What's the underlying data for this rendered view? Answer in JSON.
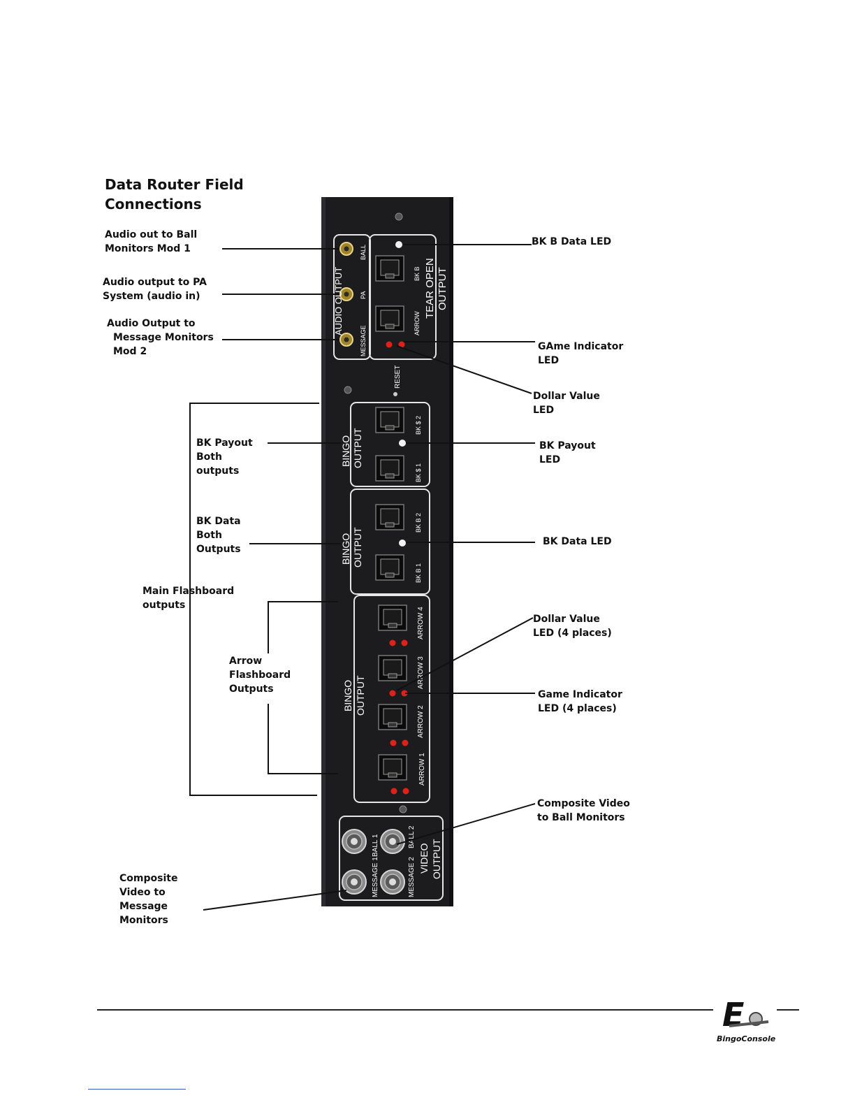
{
  "title": [
    "Data Router Field",
    "Connections"
  ],
  "callouts": {
    "audio_ball": [
      "Audio out to Ball",
      "Monitors Mod 1"
    ],
    "audio_pa": [
      "Audio output to PA",
      "System (audio in)"
    ],
    "audio_msg": [
      "Audio Output to",
      "Message Monitors",
      "Mod 2"
    ],
    "bkb_led": [
      "BK B Data LED"
    ],
    "game_led": [
      "GAme Indicator",
      "LED"
    ],
    "dollar_led": [
      "Dollar Value",
      "LED"
    ],
    "bk_payout": [
      "BK Payout",
      "Both",
      "outputs"
    ],
    "bk_payout_led": [
      "BK Payout",
      "LED"
    ],
    "bk_data": [
      "BK Data",
      "Both",
      "Outputs"
    ],
    "bk_data_led": [
      "BK Data LED"
    ],
    "main_flash": [
      "Main Flashboard",
      "outputs"
    ],
    "arrow_flash": [
      "Arrow",
      "Flashboard",
      "Outputs"
    ],
    "dollar_led4": [
      "Dollar Value",
      "LED (4 places)"
    ],
    "game_led4": [
      "Game Indicator",
      "LED (4 places)"
    ],
    "comp_ball": [
      "Composite Video",
      "to Ball Monitors"
    ],
    "comp_msg": [
      "Composite",
      "Video to",
      "Message",
      "Monitors"
    ]
  },
  "panel": {
    "audio_output": "AUDIO OUTPUT",
    "ball": "BALL",
    "pa": "PA",
    "message": "MESSAGE",
    "bk_b": "BK B",
    "arrow": "ARROW",
    "tear_open": "TEAR OPEN",
    "output": "OUTPUT",
    "reset": "RESET",
    "bingo": "BINGO",
    "bk_s2": "BK $ 2",
    "bk_s1": "BK $ 1",
    "bk_b2": "BK B 2",
    "bk_b1": "BK B 1",
    "arrow4": "ARROW 4",
    "arrow3": "ARROW 3",
    "arrow2": "ARROW 2",
    "arrow1": "ARROW 1",
    "ball1": "BALL 1",
    "ball2": "BALL 2",
    "message1": "MESSAGE 1",
    "message2": "MESSAGE 2",
    "video": "VIDEO"
  },
  "logo": {
    "mark": "E",
    "sub": "BingoConsole"
  },
  "colors": {
    "panel": "#1c1c1e",
    "led_red": "#e0201a",
    "led_white": "#f2f2f2"
  }
}
